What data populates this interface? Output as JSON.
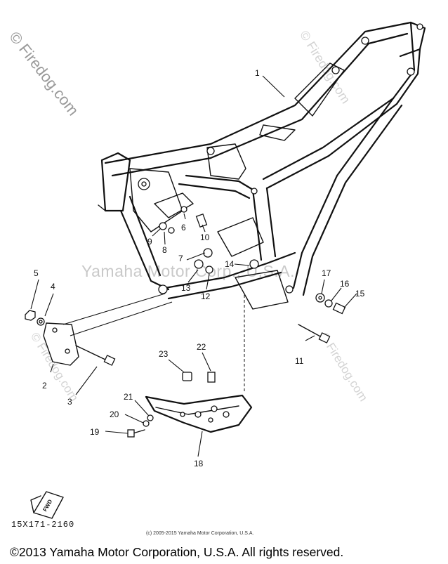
{
  "watermarks": {
    "left": "© Firedog.com",
    "center": "Yamaha Motor Corp., U.S.A.",
    "right_top": "© Firedog.com",
    "right_bottom": "© Firedog.com",
    "left_bottom": "© Firedog.com"
  },
  "callouts": [
    "1",
    "2",
    "3",
    "4",
    "5",
    "6",
    "7",
    "8",
    "9",
    "10",
    "11",
    "12",
    "13",
    "14",
    "15",
    "16",
    "17",
    "18",
    "19",
    "20",
    "21",
    "22",
    "23"
  ],
  "fwd_label": "FWD",
  "part_code": "15X171-2160",
  "small_copyright": "(c) 2005-2015 Yamaha Motor Corporation, U.S.A.",
  "footer": "©2013 Yamaha Motor Corporation, U.S.A. All rights reserved."
}
